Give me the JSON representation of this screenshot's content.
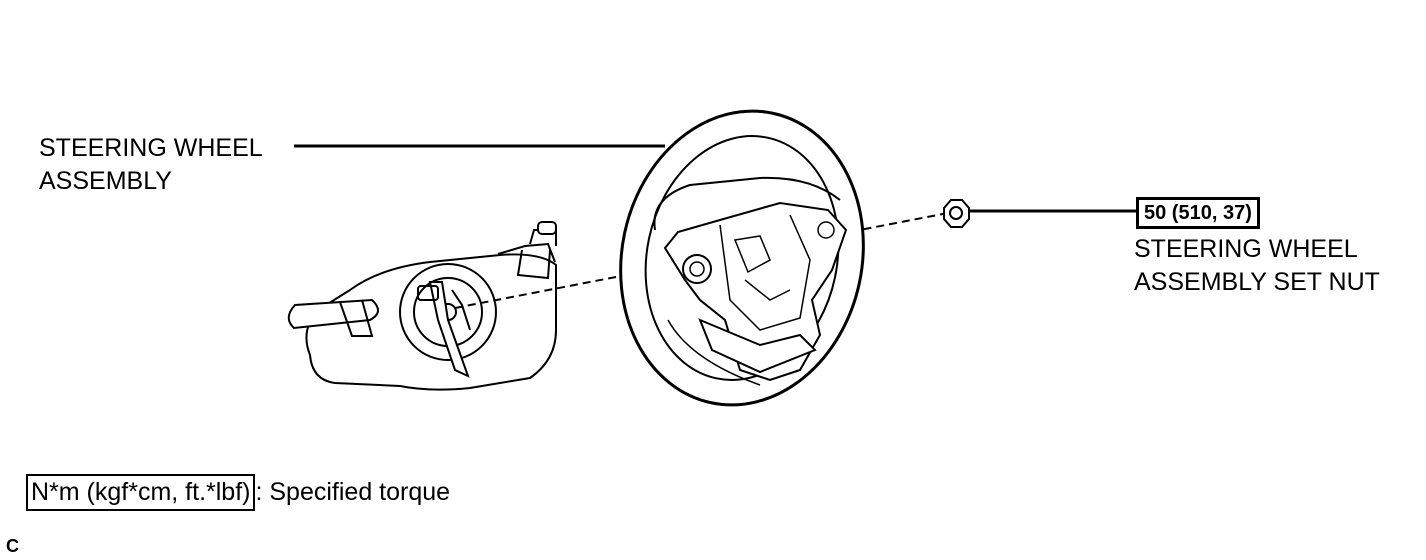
{
  "labels": {
    "steering_wheel_line1": "STEERING WHEEL",
    "steering_wheel_line2": "ASSEMBLY",
    "nut_line1": "STEERING WHEEL",
    "nut_line2": "ASSEMBLY SET NUT"
  },
  "torque": {
    "value": "50 (510, 37)"
  },
  "legend": {
    "units": "N*m (kgf*cm, ft.*lbf)",
    "description": ": Specified torque"
  },
  "corner_mark": "C"
}
